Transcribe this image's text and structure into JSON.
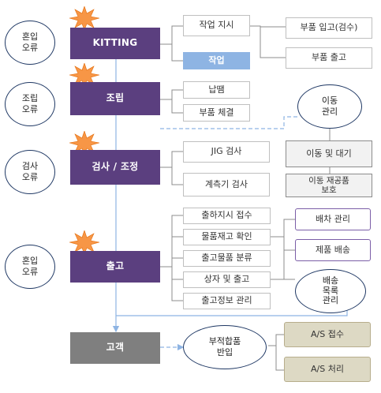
{
  "errors": {
    "mixed_1": "혼입\n오류",
    "assembly": "조립\n오류",
    "inspection": "검사\n오류",
    "mixed_2": "혼입\n오류"
  },
  "stages": {
    "kitting": "KITTING",
    "assembly": "조립",
    "inspection": "검사 / 조정",
    "shipping": "출고",
    "customer": "고객"
  },
  "kitting_steps": {
    "work_order": "작업 지시",
    "work": "작업",
    "parts_receiving": "부품 입고(검수)",
    "parts_release": "부품 출고"
  },
  "assembly_steps": {
    "soldering": "납땜",
    "fastening": "부품 체결"
  },
  "inspection_steps": {
    "jig": "JIG 검사",
    "gauge": "계측기 검사"
  },
  "movement": {
    "management": "이동\n관리",
    "move_wait": "이동 및 대기",
    "wip_protection": "이동 재공품\n보호"
  },
  "shipping_steps": {
    "order_receipt": "출하지시 접수",
    "stock_check": "물품재고 확인",
    "classification": "출고물품 분류",
    "box_out": "상자 및 출고",
    "info_mgmt": "출고정보 관리"
  },
  "delivery": {
    "dispatch": "배차 관리",
    "product_delivery": "제품 배송",
    "list_mgmt": "배송\n목록\n관리"
  },
  "returns": {
    "defective": "부적합품\n반입",
    "as_receipt": "A/S 접수",
    "as_process": "A/S 처리"
  },
  "colors": {
    "stage_purple": "#5b3f7f",
    "stage_gray": "#7f7f7f",
    "work_blue": "#8eb4e3",
    "flow_line_blue": "#8eb4e3",
    "burst_orange": "#f79646"
  }
}
